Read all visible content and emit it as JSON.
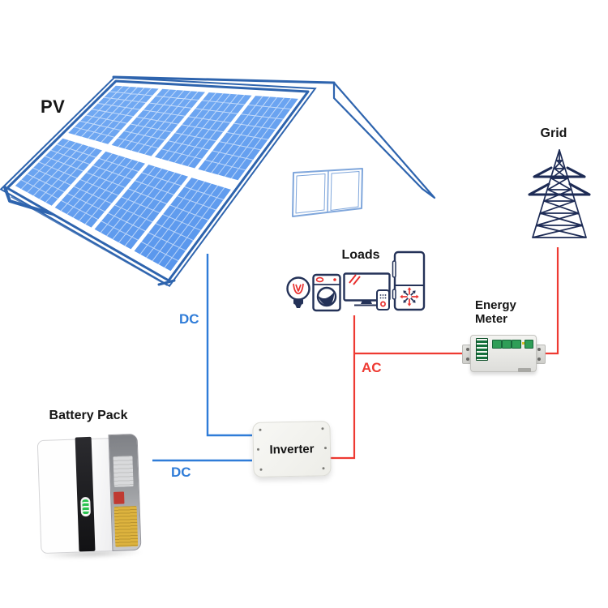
{
  "diagram": {
    "pv": {
      "label": "PV"
    },
    "grid": {
      "label": "Grid"
    },
    "loads": {
      "label": "Loads",
      "items": [
        "light-bulb",
        "washing-machine",
        "tv-with-remote",
        "refrigerator"
      ]
    },
    "energy_meter": {
      "label": "Energy Meter"
    },
    "battery": {
      "label": "Battery Pack"
    },
    "inverter": {
      "label": "Inverter"
    },
    "wires": [
      {
        "id": "pv-to-inverter",
        "type": "DC",
        "label": "DC",
        "color": "#2F7CD8"
      },
      {
        "id": "battery-to-inverter",
        "type": "DC",
        "label": "DC",
        "color": "#2F7CD8"
      },
      {
        "id": "inverter-to-loads",
        "type": "AC",
        "label": "AC",
        "color": "#EE3A32"
      },
      {
        "id": "meter-to-grid",
        "type": "AC",
        "color": "#EE3A32"
      }
    ],
    "colors": {
      "wire_dc": "#2F7CD8",
      "wire_ac": "#EE3A32",
      "panel_fill": "#63A0F0",
      "panel_frame": "#2E64AE",
      "roof_line": "#2E64AE",
      "window_line": "#7FA6DB",
      "tower_navy": "#1D2B55",
      "icon_navy": "#243258",
      "icon_red": "#E8302E",
      "meter_green": "#2F9E57",
      "label_text": "#161616"
    }
  }
}
